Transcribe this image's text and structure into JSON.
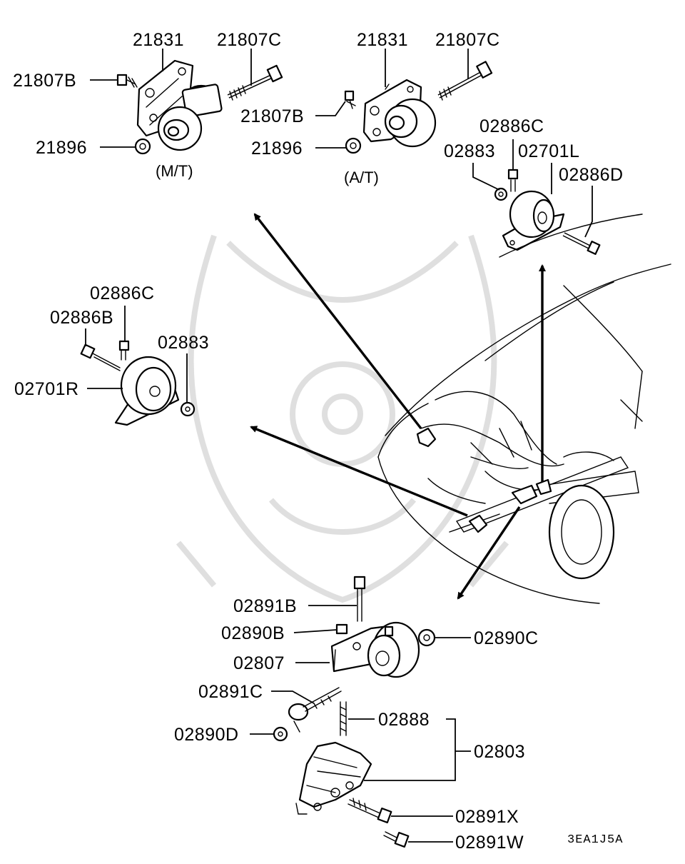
{
  "diagram": {
    "parts": {
      "p21831_mt": "21831",
      "p21807C_mt": "21807C",
      "p21807B_mt": "21807B",
      "p21896_mt": "21896",
      "p21831_at": "21831",
      "p21807C_at": "21807C",
      "p21807B_at": "21807B",
      "p21896_at": "21896",
      "p02886C_l": "02886C",
      "p02883_l": "02883",
      "p02701L": "02701L",
      "p02886D": "02886D",
      "p02886C_r": "02886C",
      "p02886B": "02886B",
      "p02883_r": "02883",
      "p02701R": "02701R",
      "p02891B": "02891B",
      "p02890B": "02890B",
      "p02890C": "02890C",
      "p02807": "02807",
      "p02891C": "02891C",
      "p02888": "02888",
      "p02803": "02803",
      "p02890D": "02890D",
      "p02891X": "02891X",
      "p02891W": "02891W"
    },
    "variants": {
      "manual": "(M/T)",
      "automatic": "(A/T)"
    },
    "diagram_code": "3EA1J5A"
  }
}
